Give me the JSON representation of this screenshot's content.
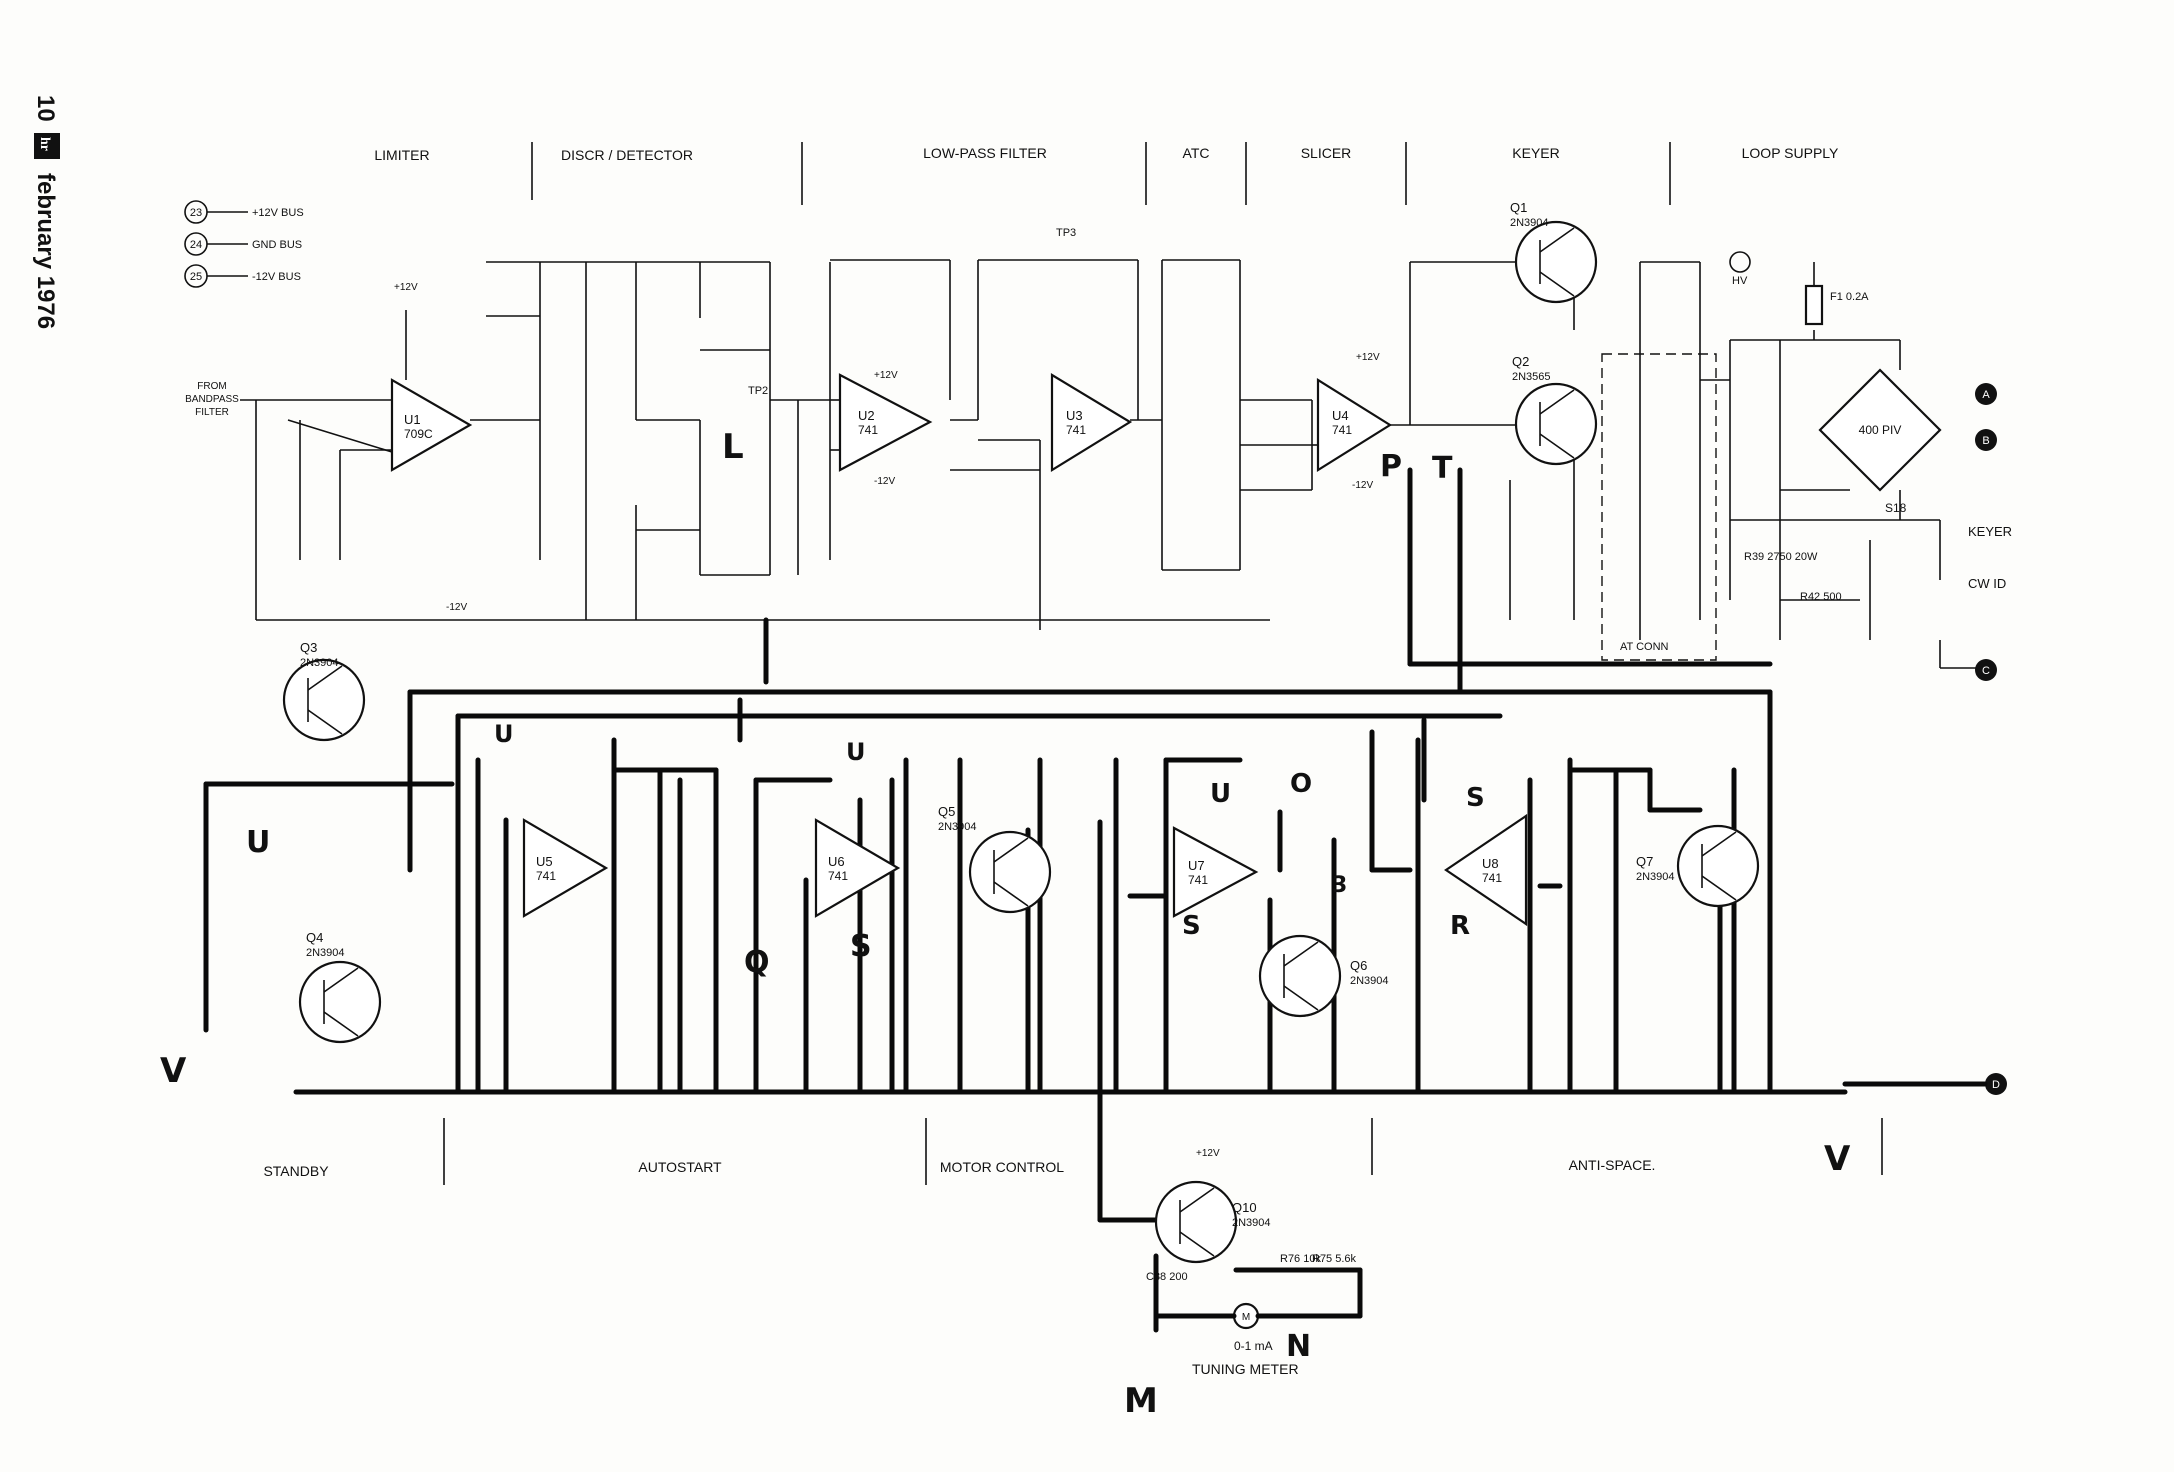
{
  "page_header": {
    "page": "10",
    "logo": "hr",
    "date": "february 1976"
  },
  "sections_top": [
    "LIMITER",
    "DISCR / DETECTOR",
    "LOW-PASS FILTER",
    "ATC",
    "SLICER",
    "KEYER",
    "LOOP SUPPLY"
  ],
  "sections_bottom": [
    "STANDBY",
    "AUTOSTART",
    "MOTOR CONTROL",
    "ANTI-SPACE."
  ],
  "buses": [
    {
      "n": "23",
      "label": "+12V BUS"
    },
    {
      "n": "24",
      "label": "GND BUS"
    },
    {
      "n": "25",
      "label": "-12V BUS"
    }
  ],
  "input_label": [
    "FROM",
    "BANDPASS",
    "FILTER"
  ],
  "opamps": [
    {
      "ref": "U1",
      "type": "709C"
    },
    {
      "ref": "U2",
      "type": "741"
    },
    {
      "ref": "U3",
      "type": "741"
    },
    {
      "ref": "U4",
      "type": "741"
    },
    {
      "ref": "U5",
      "type": "741"
    },
    {
      "ref": "U6",
      "type": "741"
    },
    {
      "ref": "U7",
      "type": "741"
    },
    {
      "ref": "U8",
      "type": "741"
    }
  ],
  "transistors": [
    {
      "ref": "Q1",
      "type": "2N3904"
    },
    {
      "ref": "Q2",
      "type": "2N3565"
    },
    {
      "ref": "Q3",
      "type": "2N3904"
    },
    {
      "ref": "Q4",
      "type": "2N3904"
    },
    {
      "ref": "Q5",
      "type": "2N3904"
    },
    {
      "ref": "Q6",
      "type": "2N3904"
    },
    {
      "ref": "Q7",
      "type": "2N3904"
    },
    {
      "ref": "Q10",
      "type": "2N3904"
    }
  ],
  "loop_supply": {
    "fuse": "F1 0.2A",
    "bridge": "400 PIV",
    "hv": "HV",
    "r39": "R39 2750 20W",
    "r42": "R42 500",
    "keyer": "KEYER",
    "cw": "CW ID",
    "s18": "S18",
    "at_conn": "AT CONN"
  },
  "tuning_meter": {
    "label": "TUNING METER",
    "meter": "0-1 mA",
    "c38": "C38 200",
    "r76": "R76 10k",
    "r75": "R75 5.6k"
  },
  "rail_labels": {
    "p12": "+12V",
    "m12": "-12V"
  },
  "connectors": {
    "a": "A",
    "b": "B",
    "c": "C",
    "d": "D"
  },
  "handwritten": [
    "L",
    "P",
    "T",
    "U",
    "U",
    "U",
    "U",
    "S",
    "S",
    "S",
    "R",
    "Q",
    "V",
    "V",
    "M",
    "N",
    "O",
    "3"
  ],
  "tp_labels": [
    "TP2",
    "TP3"
  ],
  "colors": {
    "ink": "#111111",
    "paper": "#fdfdfb"
  }
}
